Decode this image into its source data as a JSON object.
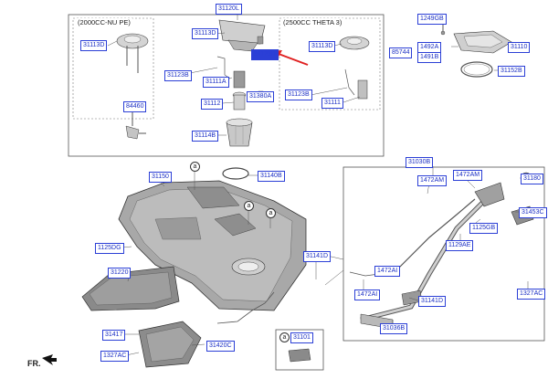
{
  "groups": {
    "left": "(2000CC-NU PE)",
    "right": "(2500CC THETA 3)"
  },
  "orientation": "FR.",
  "callouts": {
    "a": "a"
  },
  "parts": {
    "p31120L": "31120L",
    "p31113D_a": "31113D",
    "p31113D_b": "31113D",
    "p31113D_c": "31113D",
    "p31123B": "31123B",
    "p31111A": "31111A",
    "p31380A": "31380A",
    "p31112": "31112",
    "p31114B": "31114B",
    "p31123B_r": "31123B",
    "p31111": "31111",
    "p84460": "84460",
    "p1249GB": "1249GB",
    "p85744": "85744",
    "p31110": "31110",
    "p1492A": "1492A",
    "p1491B": "1491B",
    "p31152B": "31152B",
    "p31150": "31150",
    "p31140B": "31140B",
    "p1125DG": "1125DG",
    "p31220": "31220",
    "p31141D_a": "31141D",
    "p31141D_b": "31141D",
    "p1472AI_a": "1472AI",
    "p1472AI_b": "1472AI",
    "p31036B": "31036B",
    "p31417": "31417",
    "p31420C": "31420C",
    "p1327AC_a": "1327AC",
    "p1327AC_b": "1327AC",
    "p31101": "31101",
    "p31030B": "31030B",
    "p1472AM_a": "1472AM",
    "p1472AM_b": "1472AM",
    "p1125GB": "1125GB",
    "p31453C": "31453C",
    "p1129AE": "1129AE",
    "p31180": "31180"
  },
  "colors": {
    "label": "#2b3fd6",
    "highlight": "#2b3fd6",
    "arrow": "#e02020",
    "line": "#555555"
  }
}
